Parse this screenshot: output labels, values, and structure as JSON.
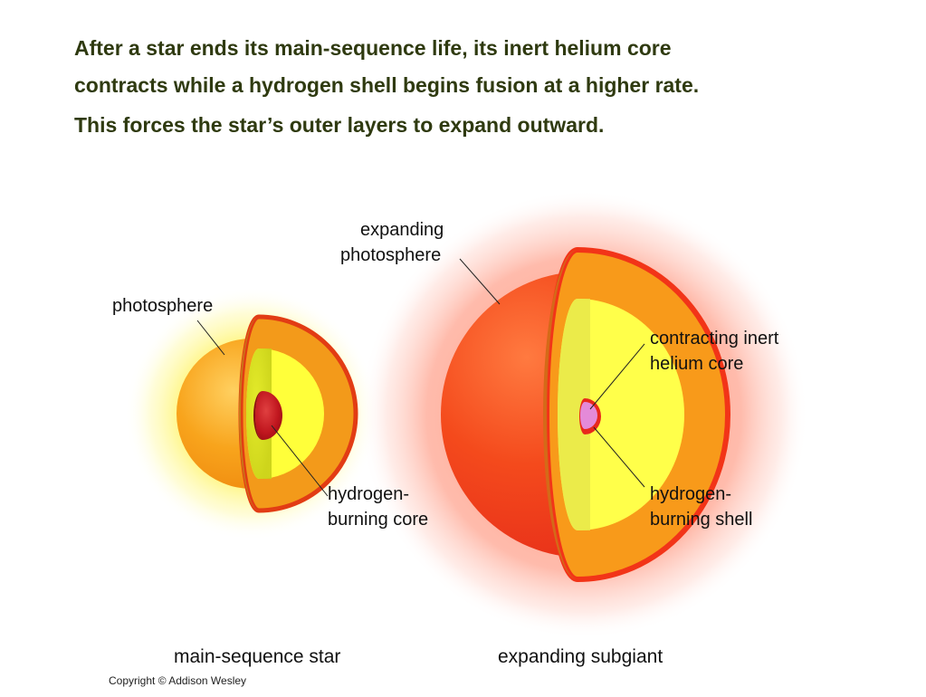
{
  "heading": {
    "line1": "After a star ends its main-sequence life, its inert helium core",
    "line2": "contracts while a hydrogen shell begins fusion at a higher rate.",
    "line3": "This forces the star’s outer layers to expand outward."
  },
  "main_sequence_star": {
    "caption": "main-sequence star",
    "label_photosphere": "photosphere",
    "label_core_line1": "hydrogen-",
    "label_core_line2": "burning core"
  },
  "subgiant_star": {
    "caption": "expanding subgiant",
    "label_photosphere_line1": "expanding",
    "label_photosphere_line2": "photosphere",
    "label_core_line1": "contracting inert",
    "label_core_line2": "helium core",
    "label_shell_line1": "hydrogen-",
    "label_shell_line2": "burning shell"
  },
  "copyright": "Copyright © Addison Wesley",
  "colors": {
    "heading_text": "#2f3a10",
    "photosphere_orange": "#f5a31a",
    "subgiant_red": "#f2361a",
    "inner_yellow": "#ffff3a",
    "core_red": "#b8141e",
    "helium_core_pink": "#e48ad8"
  }
}
